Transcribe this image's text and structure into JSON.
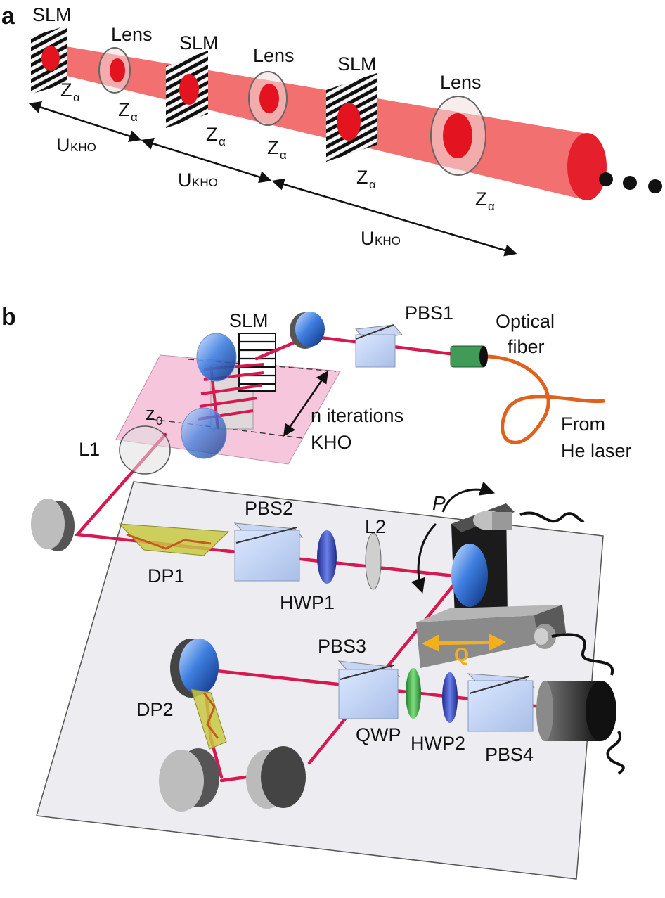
{
  "panel_a": {
    "letter": "a",
    "slm_label": "SLM",
    "lens_label": "Lens",
    "z_main": "Z",
    "z_sub": "α",
    "u_main": "U",
    "u_sub": "KHO"
  },
  "panel_b": {
    "letter": "b",
    "labels": {
      "slm": "SLM",
      "pbs1": "PBS1",
      "pbs2": "PBS2",
      "pbs3": "PBS3",
      "pbs4": "PBS4",
      "optical_fiber_1": "Optical",
      "optical_fiber_2": "fiber",
      "from_1": "From",
      "from_2": "He laser",
      "n_iter_1": "n iterations",
      "n_iter_2": "KHO",
      "z0_main": "z",
      "z0_sub": "0",
      "l1": "L1",
      "l2": "L2",
      "dp1": "DP1",
      "dp2": "DP2",
      "hwp1": "HWP1",
      "hwp2": "HWP2",
      "qwp": "QWP",
      "p": "P",
      "q": "Q"
    }
  },
  "colors": {
    "beam": "#e8203f",
    "cone": "#f26e6e",
    "beam_line": "#d6194f",
    "lens_glass": "#4a7fd8",
    "prism": "#c9c94a",
    "fiber": "#e0601e",
    "table": "#ececf0",
    "slm_tray": "#f3c9dd",
    "q_arrow": "#f2b01e"
  }
}
